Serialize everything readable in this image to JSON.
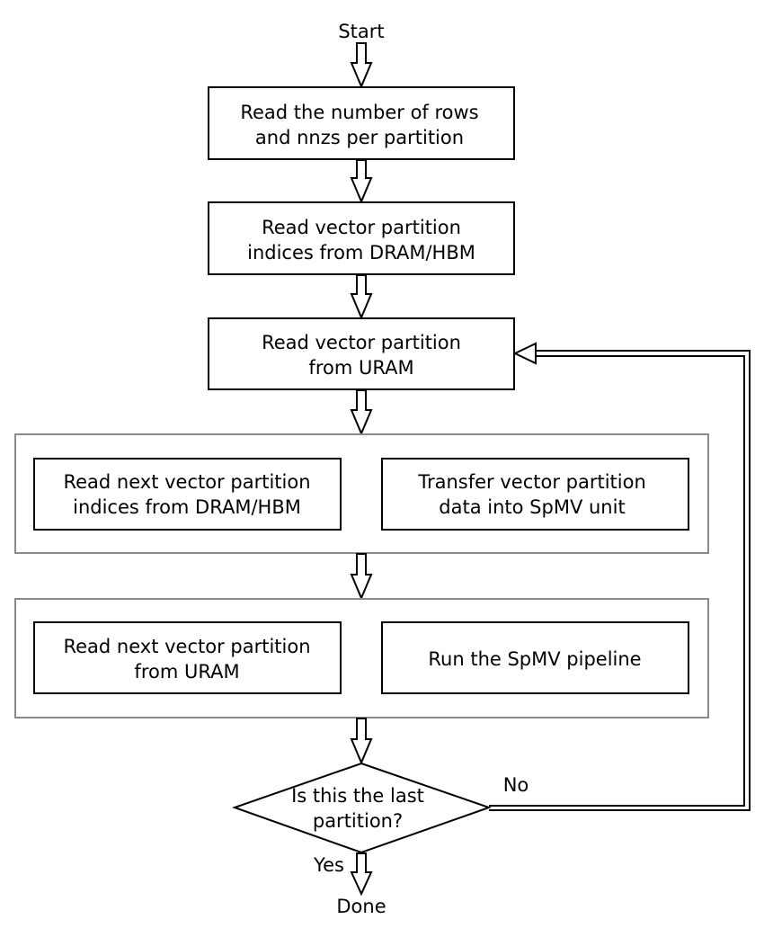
{
  "flowchart": {
    "start": "Start",
    "step_read_rows": [
      "Read the number of rows",
      "and nnzs per partition"
    ],
    "step_read_indices": [
      "Read vector partition",
      "indices from DRAM/HBM"
    ],
    "step_read_uram": [
      "Read vector partition",
      "from URAM"
    ],
    "group1": {
      "left": [
        "Read next vector partition",
        "indices from DRAM/HBM"
      ],
      "right": [
        "Transfer vector partition",
        "data into SpMV unit"
      ]
    },
    "group2": {
      "left": [
        "Read next vector partition",
        "from URAM"
      ],
      "right": [
        "Run the SpMV pipeline"
      ]
    },
    "decision": [
      "Is this the last",
      "partition?"
    ],
    "no_label": "No",
    "yes_label": "Yes",
    "done": "Done"
  }
}
